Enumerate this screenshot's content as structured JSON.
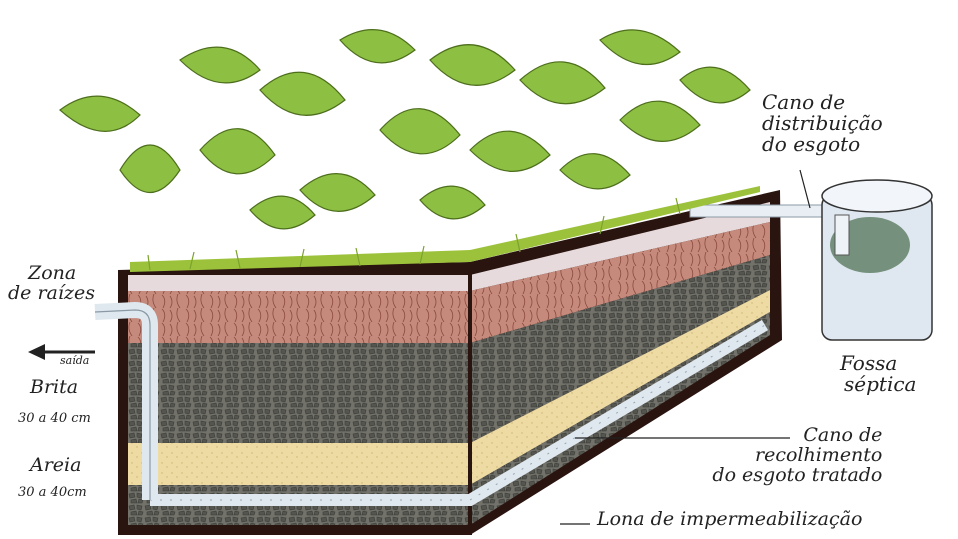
{
  "labels": {
    "cano_distribuicao": [
      "Cano de",
      "distribuição",
      "do esgoto"
    ],
    "zona_raizes": [
      "Zona",
      "de raízes"
    ],
    "saida": "saída",
    "brita": "Brita",
    "brita_depth": "30 a 40 cm",
    "areia": "Areia",
    "areia_depth": "30 a 40cm",
    "fossa": [
      "Fossa",
      "séptica"
    ],
    "cano_recolhimento": [
      "Cano de",
      "recolhimento",
      "do esgoto tratado"
    ],
    "lona": "Lona de impermeabilização"
  },
  "colors": {
    "frame": "#2a1410",
    "soil": "#c4877a",
    "gravel": "#6d6d66",
    "sand": "#ecd9a0",
    "pipe": "#dfe8ef",
    "grass": "#9cc23c",
    "leaf": "#8cbf42"
  }
}
